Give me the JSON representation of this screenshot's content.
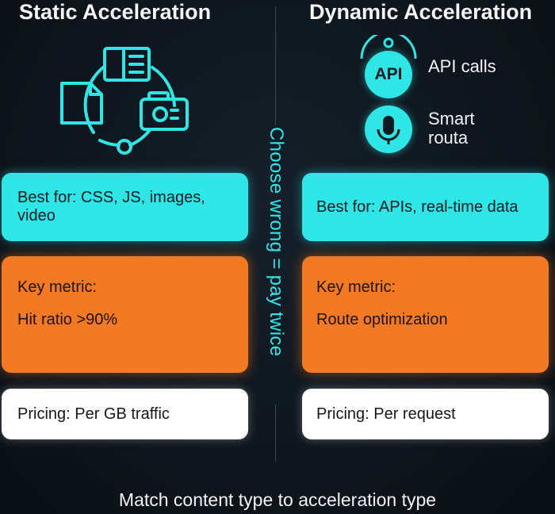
{
  "left": {
    "title": "Static Acceleration",
    "best_for": "Best for: CSS, JS, images, video",
    "key_metric_label": "Key metric:",
    "key_metric_value": "Hit ratio >90%",
    "pricing": "Pricing: Per GB traffic",
    "icons": [
      "book-icon",
      "document-icon",
      "camera-icon"
    ]
  },
  "right": {
    "title": "Dynamic Acceleration",
    "api_badge": "API",
    "api_label": "API calls",
    "smart_label": "Smart routa",
    "best_for": "Best for: APIs, real-time data",
    "key_metric_label": "Key metric:",
    "key_metric_value": "Route optimization",
    "pricing": "Pricing: Per request",
    "icons": [
      "api-icon",
      "microphone-icon"
    ]
  },
  "center_text": "Choose wrong = pay twice",
  "footer": "Match content type to acceleration type",
  "colors": {
    "cyan": "#2ee6e6",
    "orange": "#f37a23",
    "white": "#ffffff",
    "background": "#0e151c"
  }
}
